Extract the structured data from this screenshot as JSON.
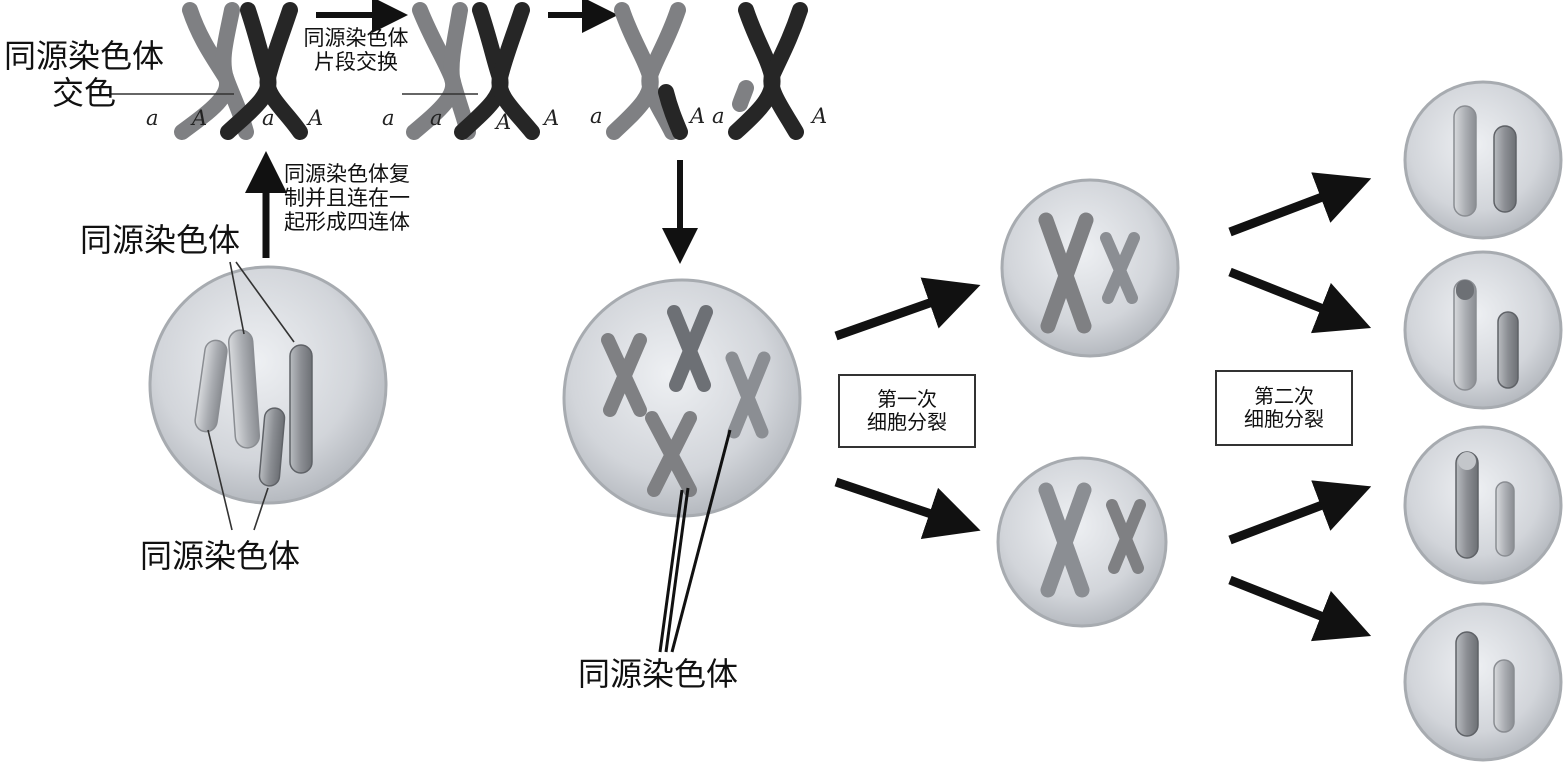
{
  "labels": {
    "homolog_crossover": "同源染色体\n交色",
    "fragment_exchange": "同源染色体\n片段交换",
    "replication_note": "同源染色体复\n制并且连在一\n起形成四连体",
    "homolog_upper": "同源染色体",
    "homolog_lower": "同源染色体",
    "homolog_middle": "同源染色体",
    "meiosis1": "第一次\n细胞分裂",
    "meiosis2": "第二次\n细胞分裂"
  },
  "alleles": {
    "pair1": [
      "a",
      "A",
      "a",
      "A"
    ],
    "pair2": [
      "a",
      "a",
      "A",
      "A"
    ],
    "pair3": [
      "a",
      "A",
      "a",
      "A"
    ]
  },
  "colors": {
    "cell_fill": "#d3d6db",
    "cell_edge": "#9fa3a8",
    "chrom_light": "#7f8083",
    "chrom_dark": "#262626",
    "arrow": "#111111"
  }
}
